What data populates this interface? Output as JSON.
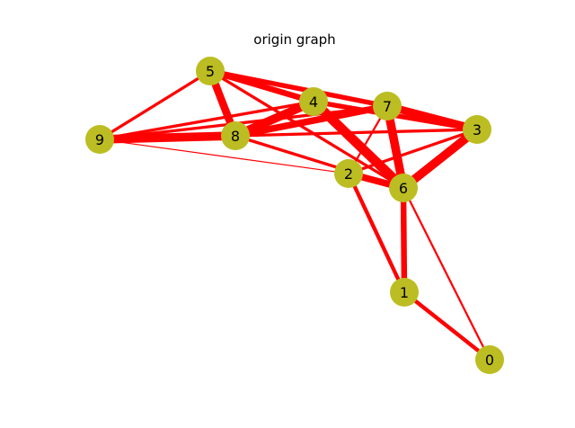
{
  "title": "origin graph",
  "colors": {
    "edge": "#ff0000",
    "node": "#bcbd22",
    "label": "#000000",
    "background": "#ffffff"
  },
  "nodes": [
    "0",
    "1",
    "2",
    "3",
    "4",
    "5",
    "6",
    "7",
    "8",
    "9"
  ],
  "edges": [
    {
      "source": "1",
      "target": "0",
      "weight": 4
    },
    {
      "source": "6",
      "target": "0",
      "weight": 2
    },
    {
      "source": "6",
      "target": "1",
      "weight": 6
    },
    {
      "source": "2",
      "target": "1",
      "weight": 4
    },
    {
      "source": "2",
      "target": "6",
      "weight": 7
    },
    {
      "source": "2",
      "target": "7",
      "weight": 2
    },
    {
      "source": "2",
      "target": "3",
      "weight": 3
    },
    {
      "source": "2",
      "target": "9",
      "weight": 1
    },
    {
      "source": "6",
      "target": "3",
      "weight": 9
    },
    {
      "source": "6",
      "target": "7",
      "weight": 9
    },
    {
      "source": "6",
      "target": "4",
      "weight": 10
    },
    {
      "source": "6",
      "target": "5",
      "weight": 3
    },
    {
      "source": "6",
      "target": "8",
      "weight": 3
    },
    {
      "source": "7",
      "target": "3",
      "weight": 8
    },
    {
      "source": "4",
      "target": "3",
      "weight": 5
    },
    {
      "source": "5",
      "target": "4",
      "weight": 6
    },
    {
      "source": "5",
      "target": "7",
      "weight": 5
    },
    {
      "source": "5",
      "target": "8",
      "weight": 8
    },
    {
      "source": "5",
      "target": "9",
      "weight": 3
    },
    {
      "source": "4",
      "target": "8",
      "weight": 9
    },
    {
      "source": "7",
      "target": "8",
      "weight": 7
    },
    {
      "source": "8",
      "target": "3",
      "weight": 3
    },
    {
      "source": "8",
      "target": "9",
      "weight": 9
    },
    {
      "source": "4",
      "target": "9",
      "weight": 3
    },
    {
      "source": "7",
      "target": "9",
      "weight": 3
    }
  ]
}
